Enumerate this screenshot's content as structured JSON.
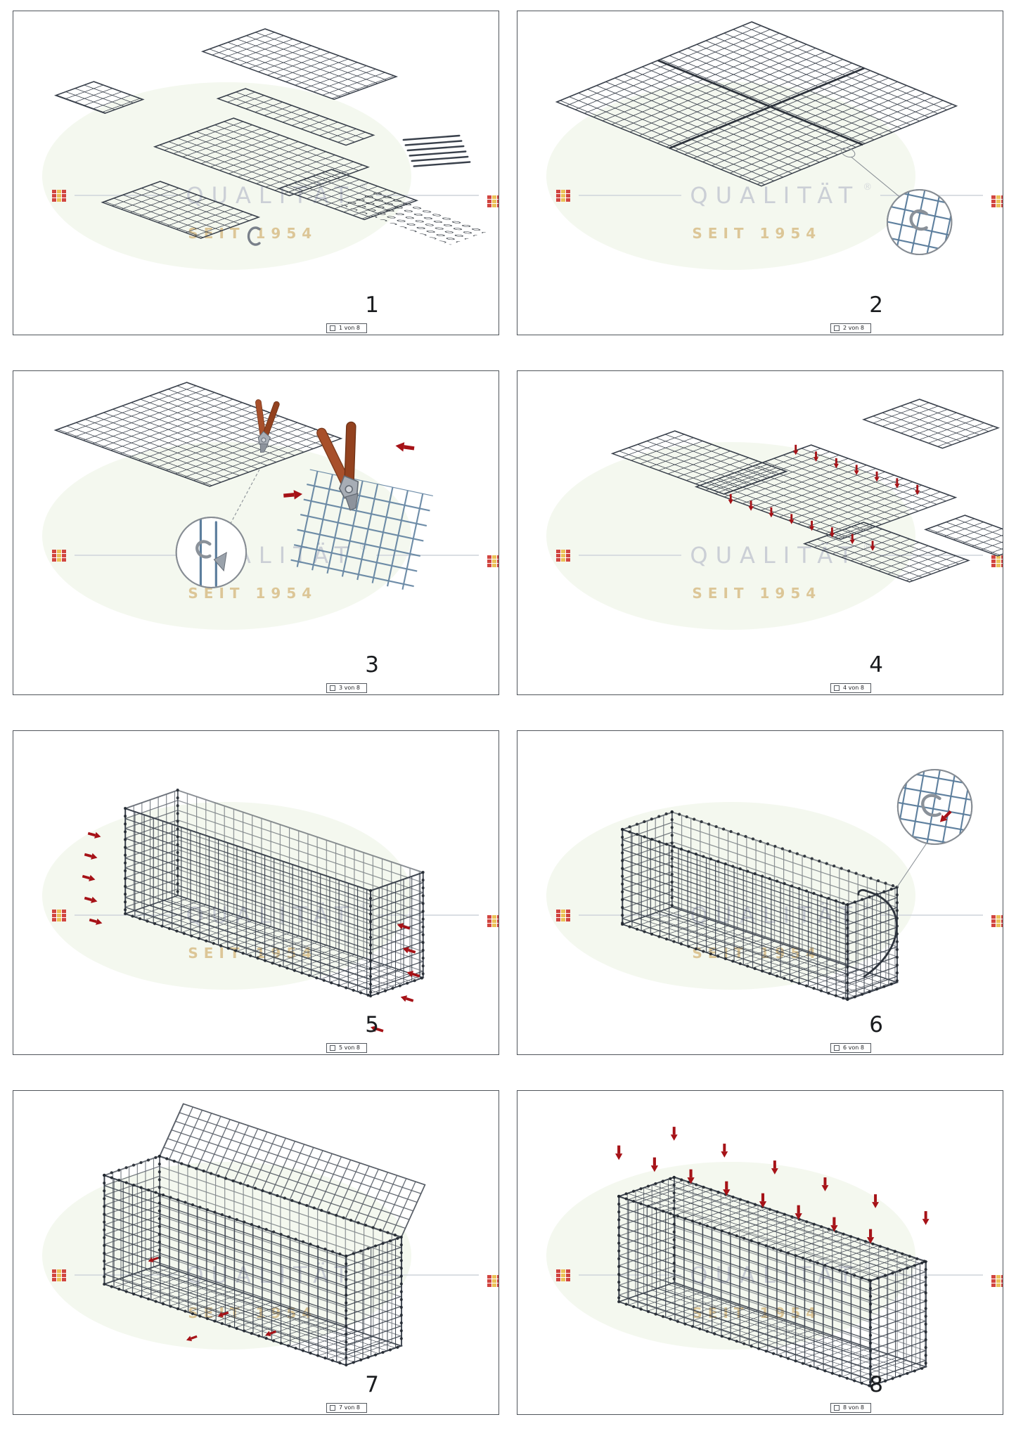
{
  "watermark": {
    "line1": "QUALITÄT",
    "line2": "SEIT 1954",
    "registered": "®"
  },
  "panels": [
    {
      "number": "1",
      "page": "1 von 8"
    },
    {
      "number": "2",
      "page": "2 von 8"
    },
    {
      "number": "3",
      "page": "3 von 8"
    },
    {
      "number": "4",
      "page": "4 von 8"
    },
    {
      "number": "5",
      "page": "5 von 8"
    },
    {
      "number": "6",
      "page": "6 von 8"
    },
    {
      "number": "7",
      "page": "7 von 8"
    },
    {
      "number": "8",
      "page": "8 von 8"
    }
  ],
  "icons": {
    "red-arrow-icon": "▶",
    "pliers-icon": "✂",
    "c-clip-icon": "C",
    "magnifier-detail-circle": "○",
    "page-indicator-icon": "▢",
    "brand-logo-icon": "▦"
  },
  "colors": {
    "mesh": "#39404b",
    "zoom_mesh": "#5c7e9d",
    "arrow_red": "#a61217",
    "watermark_gray": "#c2c7cf",
    "watermark_gold": "#d6bd85",
    "watermark_green": "#e9f1e0",
    "logo_red": "#c9251f",
    "logo_yellow": "#e8b73a",
    "plier_handle": "#a8502b",
    "plier_metal": "#a7adb5"
  }
}
